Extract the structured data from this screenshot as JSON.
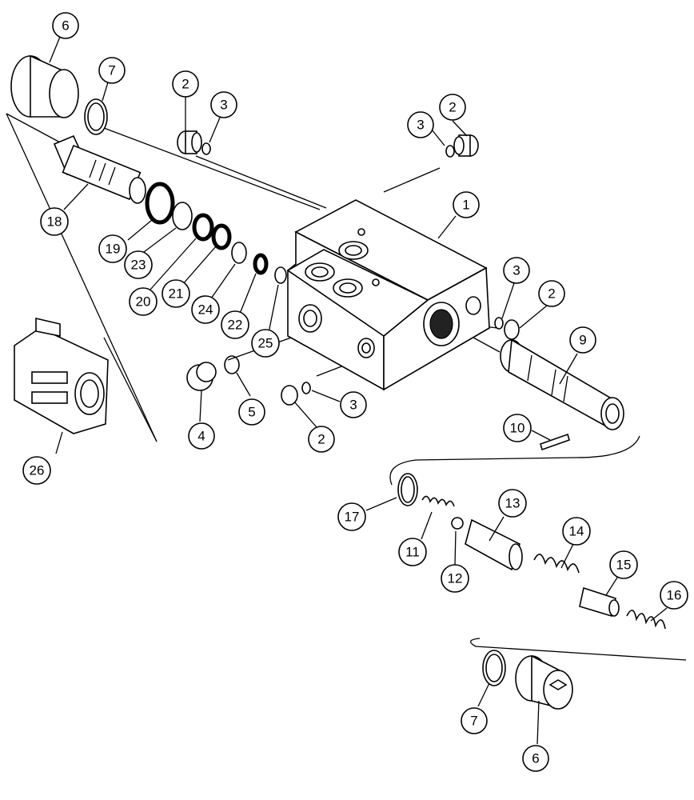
{
  "figure": {
    "callouts": [
      {
        "id": "c6a",
        "label": "6"
      },
      {
        "id": "c7a",
        "label": "7"
      },
      {
        "id": "c2a",
        "label": "2"
      },
      {
        "id": "c3a",
        "label": "3"
      },
      {
        "id": "c3b",
        "label": "3"
      },
      {
        "id": "c2b",
        "label": "2"
      },
      {
        "id": "c1",
        "label": "1"
      },
      {
        "id": "c18",
        "label": "18"
      },
      {
        "id": "c19",
        "label": "19"
      },
      {
        "id": "c23",
        "label": "23"
      },
      {
        "id": "c20",
        "label": "20"
      },
      {
        "id": "c21",
        "label": "21"
      },
      {
        "id": "c24",
        "label": "24"
      },
      {
        "id": "c22",
        "label": "22"
      },
      {
        "id": "c25",
        "label": "25"
      },
      {
        "id": "c3c",
        "label": "3"
      },
      {
        "id": "c2c",
        "label": "2"
      },
      {
        "id": "c9",
        "label": "9"
      },
      {
        "id": "c4",
        "label": "4"
      },
      {
        "id": "c5",
        "label": "5"
      },
      {
        "id": "c3d",
        "label": "3"
      },
      {
        "id": "c2d",
        "label": "2"
      },
      {
        "id": "c10",
        "label": "10"
      },
      {
        "id": "c26",
        "label": "26"
      },
      {
        "id": "c17",
        "label": "17"
      },
      {
        "id": "c13",
        "label": "13"
      },
      {
        "id": "c11",
        "label": "11"
      },
      {
        "id": "c12",
        "label": "12"
      },
      {
        "id": "c14",
        "label": "14"
      },
      {
        "id": "c15",
        "label": "15"
      },
      {
        "id": "c16",
        "label": "16"
      },
      {
        "id": "c7b",
        "label": "7"
      },
      {
        "id": "c6b",
        "label": "6"
      }
    ]
  }
}
